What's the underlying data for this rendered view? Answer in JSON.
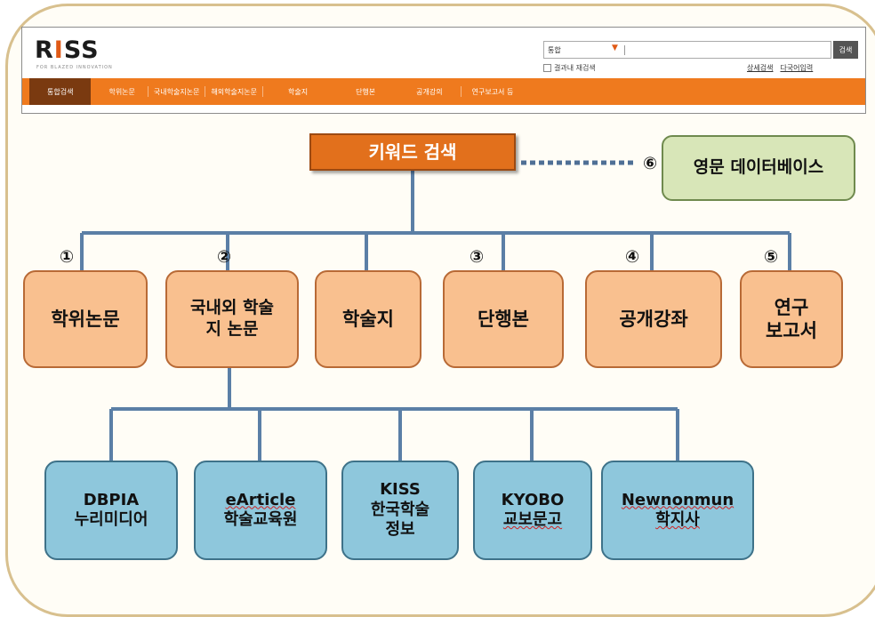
{
  "riss": {
    "logo": "RISS",
    "logo_tagline": "FOR BLAZED INNOVATION",
    "search_scope": "통합",
    "search_button": "검색",
    "refine_checkbox": "결과내 재검색",
    "links": [
      "상세검색",
      "다국어입력"
    ],
    "nav": [
      "통합검색",
      "학위논문",
      "국내학술지논문",
      "해외학술지논문",
      "학술지",
      "단행본",
      "공개강의",
      "연구보고서 등"
    ]
  },
  "diagram": {
    "root": "키워드 검색",
    "english_db": {
      "number": "⑥",
      "label": "영문 데이터베이스"
    },
    "categories": [
      {
        "number": "①",
        "label": "학위논문"
      },
      {
        "number": "②",
        "label": "국내외 학술\n지 논문"
      },
      {
        "number": "",
        "label": "학술지"
      },
      {
        "number": "③",
        "label": "단행본"
      },
      {
        "number": "④",
        "label": "공개강좌"
      },
      {
        "number": "⑤",
        "label": "연구\n보고서"
      }
    ],
    "databases": [
      {
        "line1": "DBPIA",
        "line2": "누리미디어"
      },
      {
        "line1": "eArticle",
        "line2": "학술교육원"
      },
      {
        "line1": "KISS",
        "line2": "한국학술\n정보"
      },
      {
        "line1": "KYOBO",
        "line2": "교보문고"
      },
      {
        "line1": "Newnonmun",
        "line2": "학지사"
      }
    ]
  },
  "colors": {
    "nav_orange": "#ef7a1e",
    "root_fill": "#e2701c",
    "category_fill": "#f9c08f",
    "database_fill": "#8ec7dc",
    "english_fill": "#d8e6b8",
    "connector": "#5b7fa6"
  }
}
